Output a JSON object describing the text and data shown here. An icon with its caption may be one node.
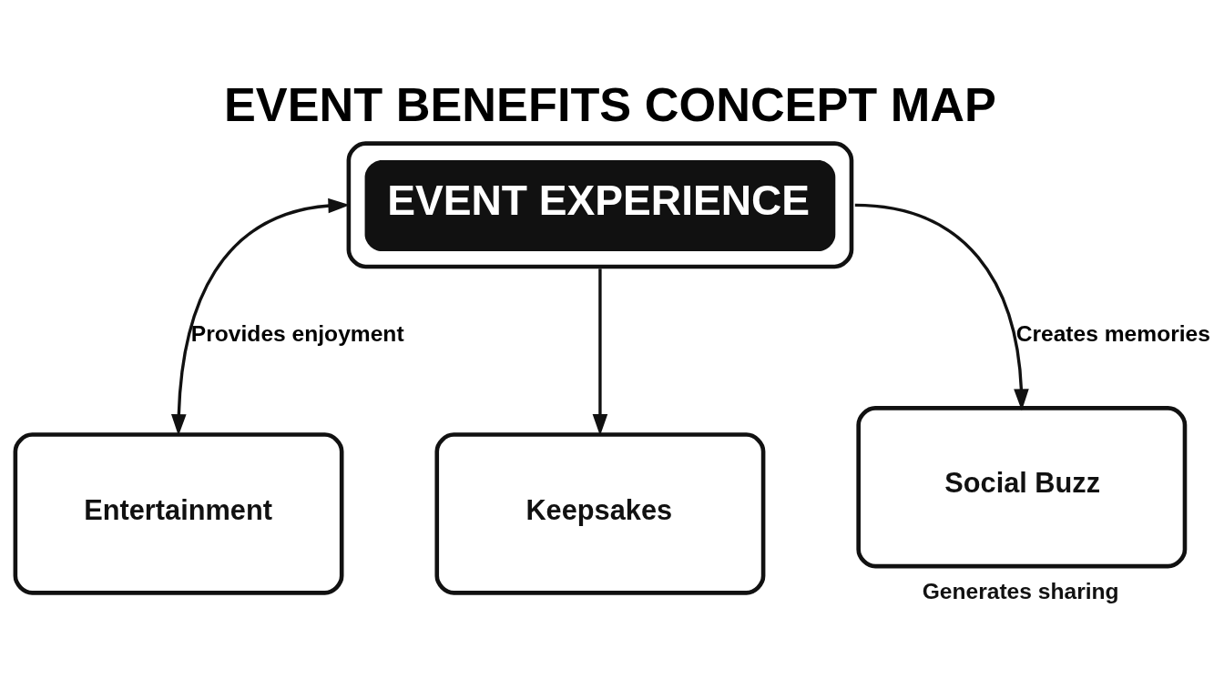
{
  "diagram": {
    "title": "EVENT BENEFITS CONCEPT MAP",
    "nodes": [
      {
        "text": [
          "EVENT EXPERIENCE"
        ]
      },
      {
        "text": [
          "Entertainment"
        ]
      },
      {
        "text": [
          "Keepsakes"
        ]
      },
      {
        "text": [
          "Social Buzz"
        ],
        "beside": [
          "Generates sharing"
        ]
      }
    ],
    "edges": [
      {
        "from": 0,
        "to": 1,
        "arrow": "both",
        "label": "Provides enjoyment"
      },
      {
        "from": 0,
        "to": 2,
        "arrow": "to"
      },
      {
        "from": 0,
        "to": 3,
        "arrow": "to",
        "label": "Creates memories"
      }
    ]
  }
}
